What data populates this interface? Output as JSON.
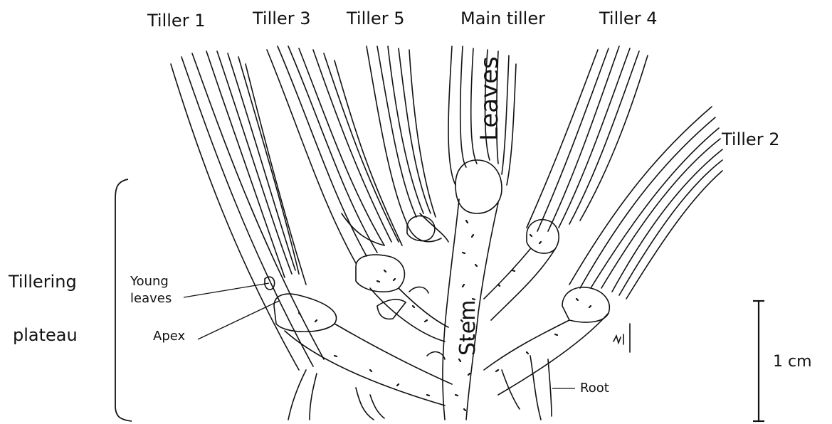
{
  "labels": {
    "tiller1": "Tiller 1",
    "tiller3": "Tiller 3",
    "tiller5": "Tiller 5",
    "main_tiller": "Main tiller",
    "tiller4": "Tiller 4",
    "tiller2": "Tiller 2",
    "leaves": "Leaves",
    "stem": "Stem",
    "tillering": "Tillering",
    "plateau": "plateau",
    "young_leaves_1": "Young",
    "young_leaves_2": "leaves",
    "apex": "Apex",
    "root": "Root",
    "scale": "1 cm"
  },
  "colors": {
    "ink": "#111111",
    "background": "#ffffff"
  }
}
